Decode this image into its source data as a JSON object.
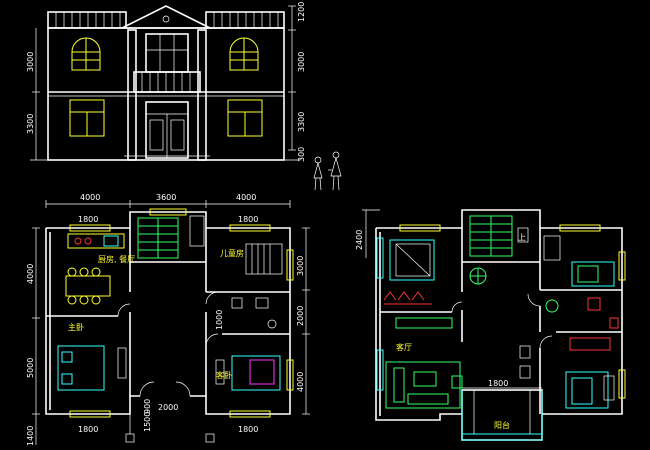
{
  "elevation": {
    "dims_right": [
      "1200",
      "3000",
      "3300",
      "300"
    ],
    "dims_left": [
      "3000",
      "3300"
    ]
  },
  "plan1": {
    "top_dims": [
      "4000",
      "3600",
      "4000"
    ],
    "left_dims": [
      "4000",
      "5000",
      "1400"
    ],
    "right_dims": [
      "3000",
      "2000",
      "4000"
    ],
    "window_dims": [
      "1800",
      "1800",
      "1800",
      "1800",
      "2000",
      "1000",
      "1500",
      "900"
    ],
    "rooms": [
      "厨房, 餐厅",
      "儿童房",
      "主卧",
      "客卧"
    ]
  },
  "plan2": {
    "left_dims": [
      "2400"
    ],
    "bottom_dims": [
      "1800"
    ],
    "rooms": [
      "客厅",
      "阳台"
    ],
    "marks": [
      "上"
    ]
  },
  "colors": {
    "background": "#000000",
    "wall": "#ffffff",
    "annotation": "#ffff33",
    "furniture_green": "#33ff66",
    "furniture_cyan": "#33ffff",
    "furniture_red": "#ff3333"
  }
}
